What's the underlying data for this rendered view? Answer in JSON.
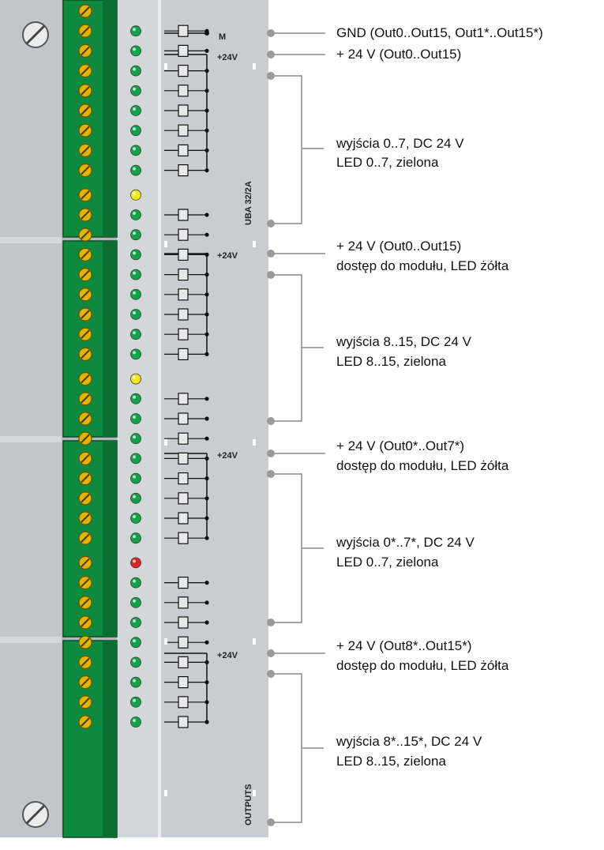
{
  "module": {
    "panel_marking_top": "M",
    "supply_marking": "+24V",
    "vertical_label": "UBA 32/2A",
    "vertical_label_bottom": "OUTPUTS"
  },
  "colors": {
    "terminal_green": "#0e8a3e",
    "screw_yellow": "#e0b400",
    "led_green": "#11a34a",
    "led_yellow": "#f3e81b",
    "led_red": "#d6261f",
    "panel_gray": "#c9ccd0"
  },
  "leds": [
    "off",
    "green",
    "green",
    "green",
    "green",
    "green",
    "green",
    "green",
    "green",
    "yellow",
    "green",
    "green",
    "green",
    "green",
    "green",
    "green",
    "green",
    "green",
    "yellow",
    "green",
    "green",
    "green",
    "green",
    "green",
    "green",
    "green",
    "green",
    "red",
    "green",
    "green",
    "green",
    "green",
    "green",
    "green",
    "green",
    "green"
  ],
  "annotations": {
    "gnd": "GND  (Out0..Out15, Out1*..Out15*)",
    "v24_top": "+ 24 V (Out0..Out15)",
    "block1": [
      "wyjścia 0..7, DC 24 V",
      "LED 0..7,  zielona"
    ],
    "supply2": [
      "+ 24 V (Out0..Out15)",
      "dostęp do modułu, LED żółta"
    ],
    "block2": [
      "wyjścia 8..15, DC 24 V",
      "LED 8..15,  zielona"
    ],
    "supply3": [
      "+ 24 V (Out0*..Out7*)",
      "dostęp do modułu, LED żółta"
    ],
    "block3": [
      "wyjścia 0*..7*, DC 24 V",
      "LED 0..7,  zielona"
    ],
    "supply4": [
      "+ 24 V (Out8*..Out15*)",
      "dostęp do modułu, LED żółta"
    ],
    "block4": [
      "wyjścia 8*..15*, DC 24 V",
      "LED 8..15,  zielona"
    ]
  }
}
